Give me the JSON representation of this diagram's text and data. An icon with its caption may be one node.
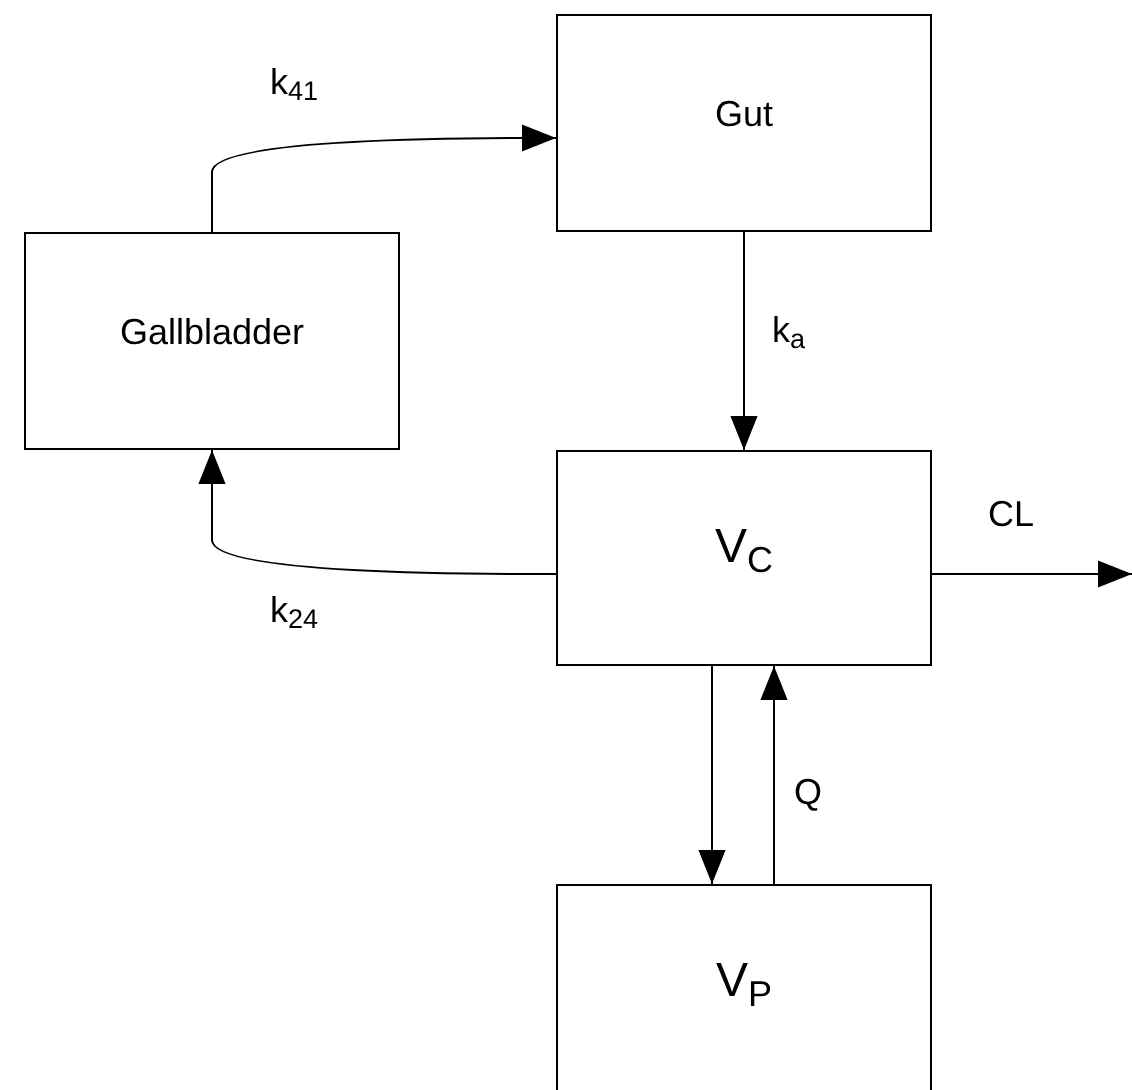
{
  "diagram": {
    "nodes": [
      {
        "text": [
          "Gut"
        ]
      },
      {
        "text": [
          "Gallbladder"
        ]
      },
      {
        "text": [
          "V$_{C}$"
        ]
      },
      {
        "text": [
          "V$_{P}$"
        ]
      }
    ],
    "edges": [
      {
        "from": 1,
        "to": 0,
        "arrow": "to",
        "label": "k$_{41}$"
      },
      {
        "from": 0,
        "to": 2,
        "arrow": "to",
        "label": "k$_{a}$"
      },
      {
        "from": 2,
        "to": 1,
        "arrow": "to",
        "label": "k$_{24}$"
      },
      {
        "from": 2,
        "to": null,
        "arrow": "to",
        "label": "CL"
      },
      {
        "from": 2,
        "to": 3,
        "arrow": "to"
      },
      {
        "from": 3,
        "to": 2,
        "arrow": "to",
        "label": "Q"
      }
    ]
  }
}
